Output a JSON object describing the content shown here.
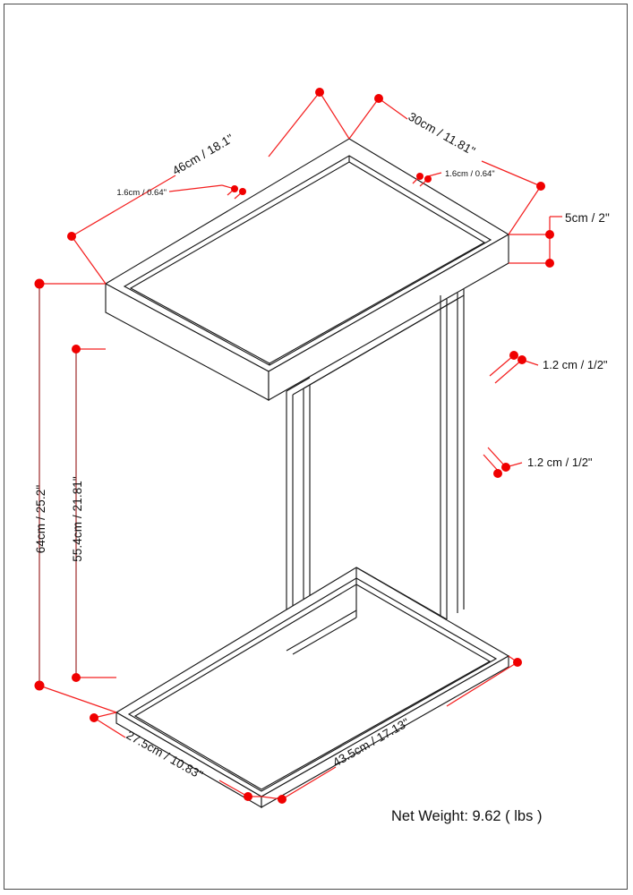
{
  "document": {
    "type": "product-dimension-drawing",
    "product": "C-shaped side table with tray top",
    "view": "isometric",
    "border_color": "#4a4a4a",
    "dimension_color": "#f42020",
    "object_color": "#1a1a1a",
    "background_color": "#ffffff"
  },
  "dimensions": {
    "top_depth": {
      "label": "30cm / 11.81\"",
      "cm": 30,
      "inch": 11.81,
      "describes": "tray top depth"
    },
    "top_width": {
      "label": "46cm / 18.1\"",
      "cm": 46,
      "inch": 18.1,
      "describes": "tray top width"
    },
    "lip_thickness_left": {
      "label": "1.6cm / 0.64\"",
      "cm": 1.6,
      "inch": 0.64,
      "describes": "tray lip thickness left edge"
    },
    "lip_thickness_right": {
      "label": "1.6cm / 0.64\"",
      "cm": 1.6,
      "inch": 0.64,
      "describes": "tray lip thickness right edge"
    },
    "top_slab_thickness": {
      "label": "5cm / 2\"",
      "cm": 5,
      "inch": 2,
      "describes": "tray top slab overall thickness"
    },
    "leg_tube_upper": {
      "label": "1.2 cm / 1/2\"",
      "cm": 1.2,
      "inch": 0.5,
      "describes": "vertical leg tube profile width"
    },
    "leg_tube_lower": {
      "label": "1.2 cm / 1/2\"",
      "cm": 1.2,
      "inch": 0.5,
      "describes": "vertical leg tube profile width"
    },
    "overall_height": {
      "label": "64cm / 25.2\"",
      "cm": 64,
      "inch": 25.2,
      "describes": "total table height"
    },
    "base_to_underside_height": {
      "label": "55.4cm / 21.81\"",
      "cm": 55.4,
      "inch": 21.81,
      "describes": "height from base to underside of top"
    },
    "base_depth": {
      "label": "27.5cm / 10.83\"",
      "cm": 27.5,
      "inch": 10.83,
      "describes": "base frame depth"
    },
    "base_width": {
      "label": "43.5cm / 17.13\"",
      "cm": 43.5,
      "inch": 17.13,
      "describes": "base frame width"
    }
  },
  "net_weight": {
    "label": "Net Weight: 9.62 ( lbs )",
    "value": 9.62,
    "unit": "lbs",
    "prefix": "Net Weight:"
  }
}
